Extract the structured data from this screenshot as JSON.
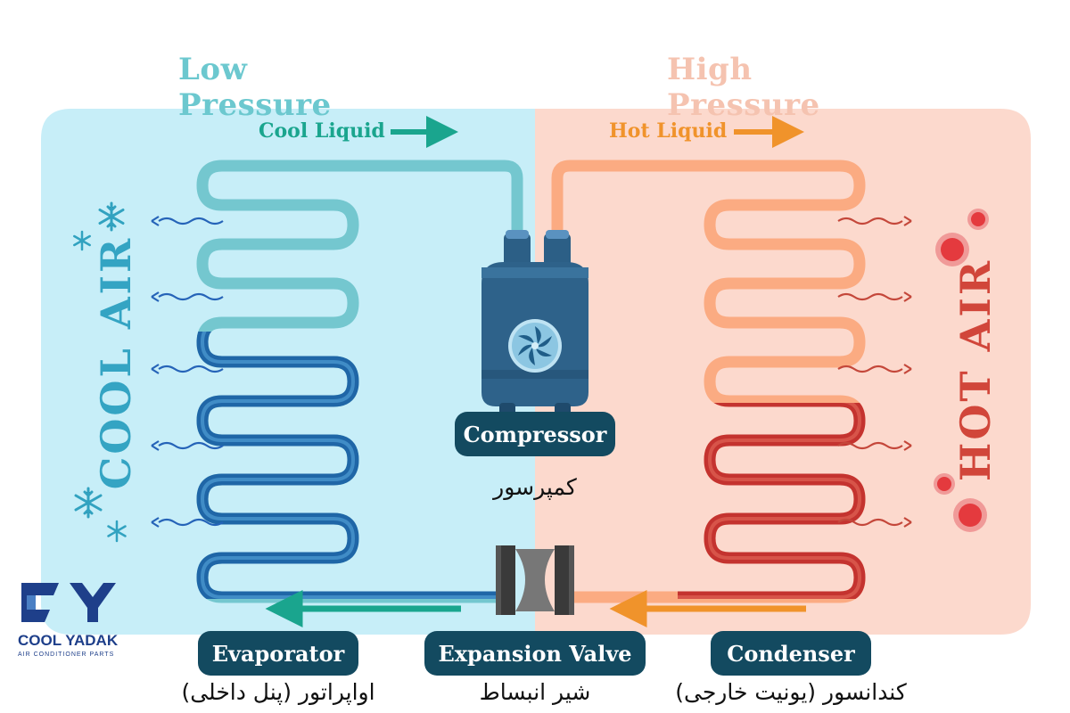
{
  "header": {
    "low_pressure": "Low Pressure",
    "high_pressure": "High Pressure"
  },
  "flows": {
    "cool_liquid": "Cool Liquid",
    "hot_liquid": "Hot Liquid"
  },
  "sides": {
    "cool_air": "COOL AIR",
    "hot_air": "HOT AIR"
  },
  "components": {
    "compressor": {
      "label": "Compressor",
      "label_fa": "کمپرسور"
    },
    "evaporator": {
      "label": "Evaporator",
      "label_fa": "اواپراتور (پنل داخلی)"
    },
    "expansion_valve": {
      "label": "Expansion Valve",
      "label_fa": "شیر انبساط"
    },
    "condenser": {
      "label": "Condenser",
      "label_fa": "کندانسور (یونیت خارجی)"
    }
  },
  "logo": {
    "name": "COOL YADAK",
    "subtitle": "AIR CONDITIONER PARTS"
  },
  "colors": {
    "low_bg": "#c7eef8",
    "high_bg": "#fcd9cd",
    "low_title": "#6cc8cf",
    "high_title": "#f5c3b0",
    "cool_pipe": "#74c7cf",
    "cool_pipe_dark": "#1f66a7",
    "hot_pipe": "#fbab82",
    "hot_pipe_dark": "#c4332f",
    "teal_arrow": "#1aa58e",
    "orange_arrow": "#f0932b",
    "cool_air_text": "#34a4c3",
    "hot_air_text": "#d1463a",
    "label_pill": "#134a60"
  },
  "icons": [
    "snowflake-icon",
    "heat-dot-icon",
    "fan-icon",
    "wave-arrow-icon"
  ]
}
